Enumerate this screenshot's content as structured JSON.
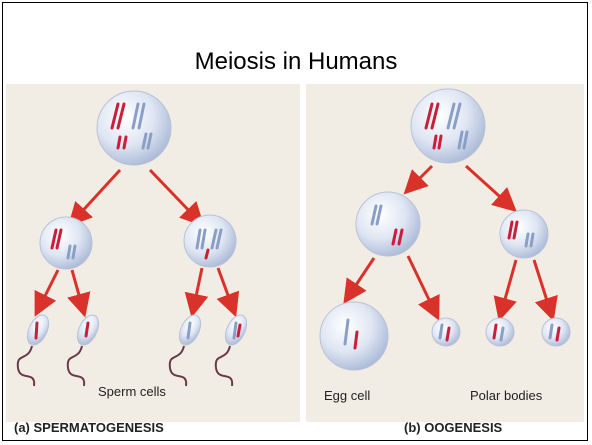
{
  "slide": {
    "title": "Meiosis in Humans"
  },
  "left_panel": {
    "cells_label": "Sperm cells",
    "caption": "(a) SPERMATOGENESIS"
  },
  "right_panel": {
    "egg_label": "Egg cell",
    "polar_label": "Polar bodies",
    "caption": "(b) OOGENESIS"
  },
  "colors": {
    "arrow": "#d9322a",
    "chromosome_red": "#c8203a",
    "chromosome_blue": "#8a9fc6",
    "cell_fill": "#c9d4ea",
    "panel_bg": "#f2ede4",
    "tail": "#6a3a4a"
  }
}
